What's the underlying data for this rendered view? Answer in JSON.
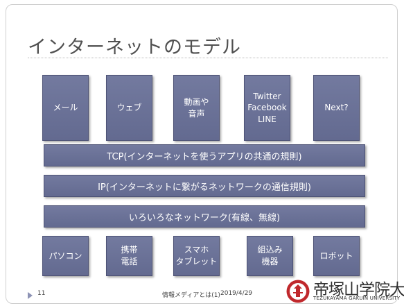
{
  "slide": {
    "title": "インターネットのモデル"
  },
  "applications": [
    {
      "label": "メール"
    },
    {
      "label": "ウェブ"
    },
    {
      "label": "動画や\n音声"
    },
    {
      "label": "Twitter\nFacebook\nLINE"
    },
    {
      "label": "Next?"
    }
  ],
  "layers": [
    {
      "label": "TCP(インターネットを使うアプリの共通の規則)"
    },
    {
      "label": "IP(インターネットに繋がるネットワークの通信規則)"
    },
    {
      "label": "いろいろなネットワーク(有線、無線)"
    }
  ],
  "devices": [
    {
      "label": "パソコン"
    },
    {
      "label": "携帯\n電話"
    },
    {
      "label": "スマホ\nタブレット"
    },
    {
      "label": "組込み\n機器"
    },
    {
      "label": "ロボット"
    }
  ],
  "footer": {
    "page_number": "11",
    "course": "情報メディアとは(1)",
    "date": "2019/4/29",
    "university": "帝塚山学院大学",
    "university_en": "TEZUKAYAMA GAKUIN UNIVERSITY"
  },
  "colors": {
    "box_fill": "#6a7196",
    "box_border": "#4d5275",
    "text_on_box": "#ffffff",
    "logo_red": "#c0282c"
  }
}
